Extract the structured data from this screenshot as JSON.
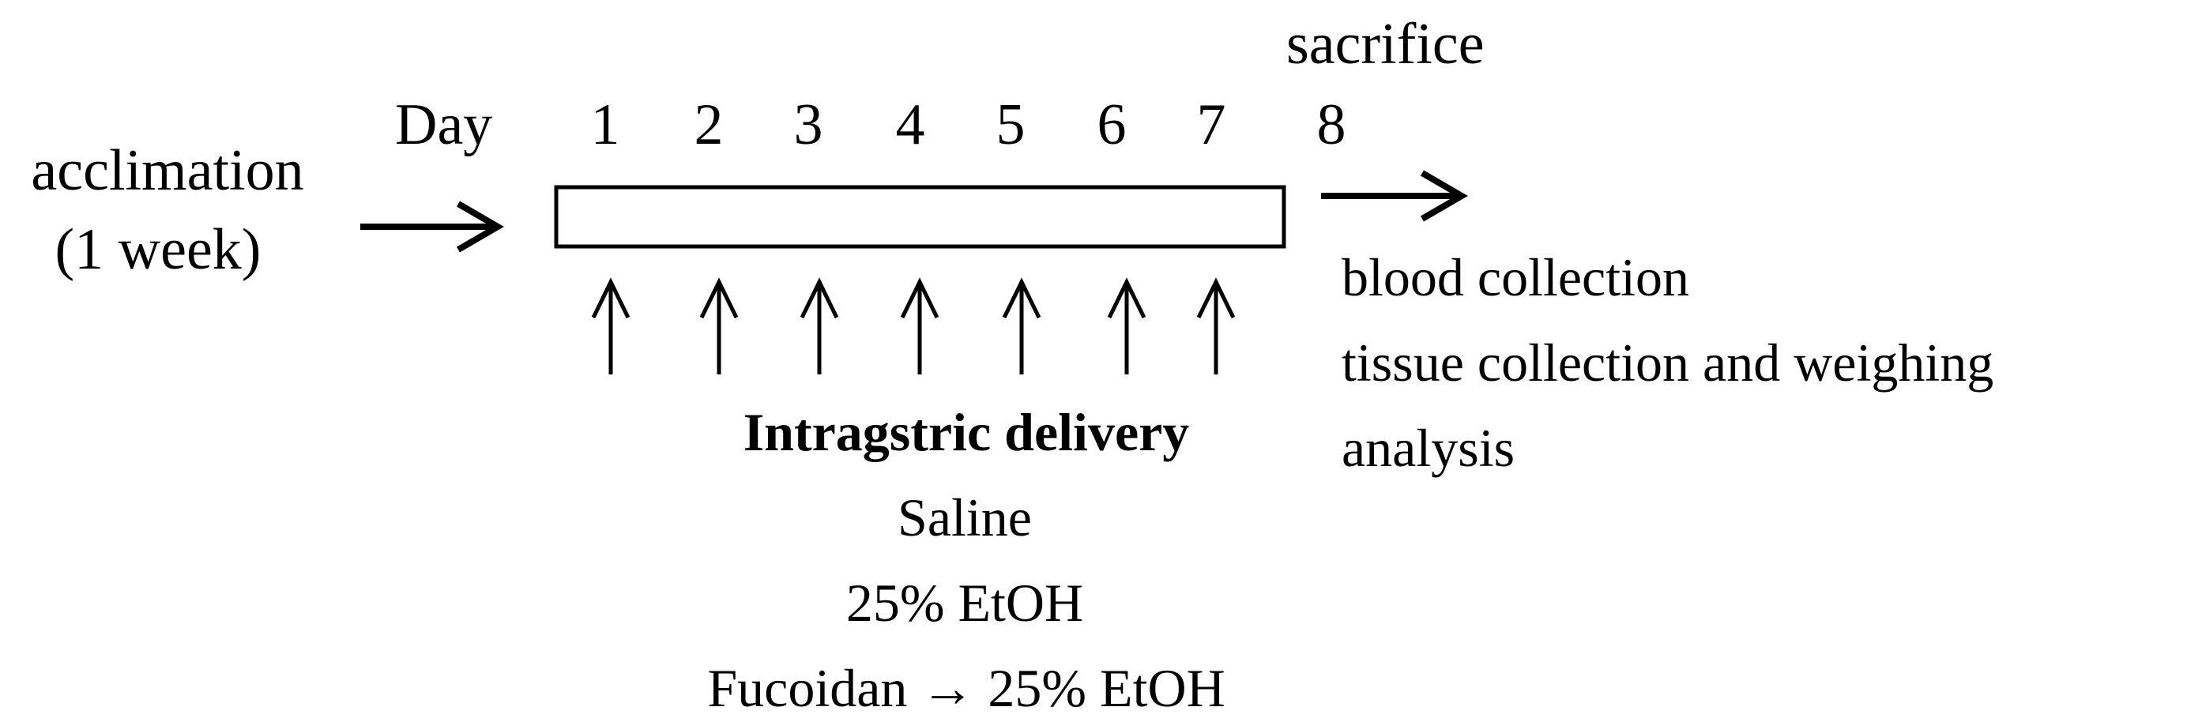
{
  "timeline": {
    "day_label": "Day",
    "days": [
      "1",
      "2",
      "3",
      "4",
      "5",
      "6",
      "7",
      "8"
    ],
    "sacrifice_label": "sacrifice"
  },
  "acclimation": {
    "line1": "acclimation",
    "line2": "(1 week)"
  },
  "post": {
    "items": [
      "blood collection",
      "tissue collection and weighing",
      "analysis"
    ]
  },
  "delivery": {
    "title": "Intragstric delivery",
    "groups": [
      "Saline",
      "25% EtOH",
      "Fucoidan → 25% EtOH"
    ]
  }
}
